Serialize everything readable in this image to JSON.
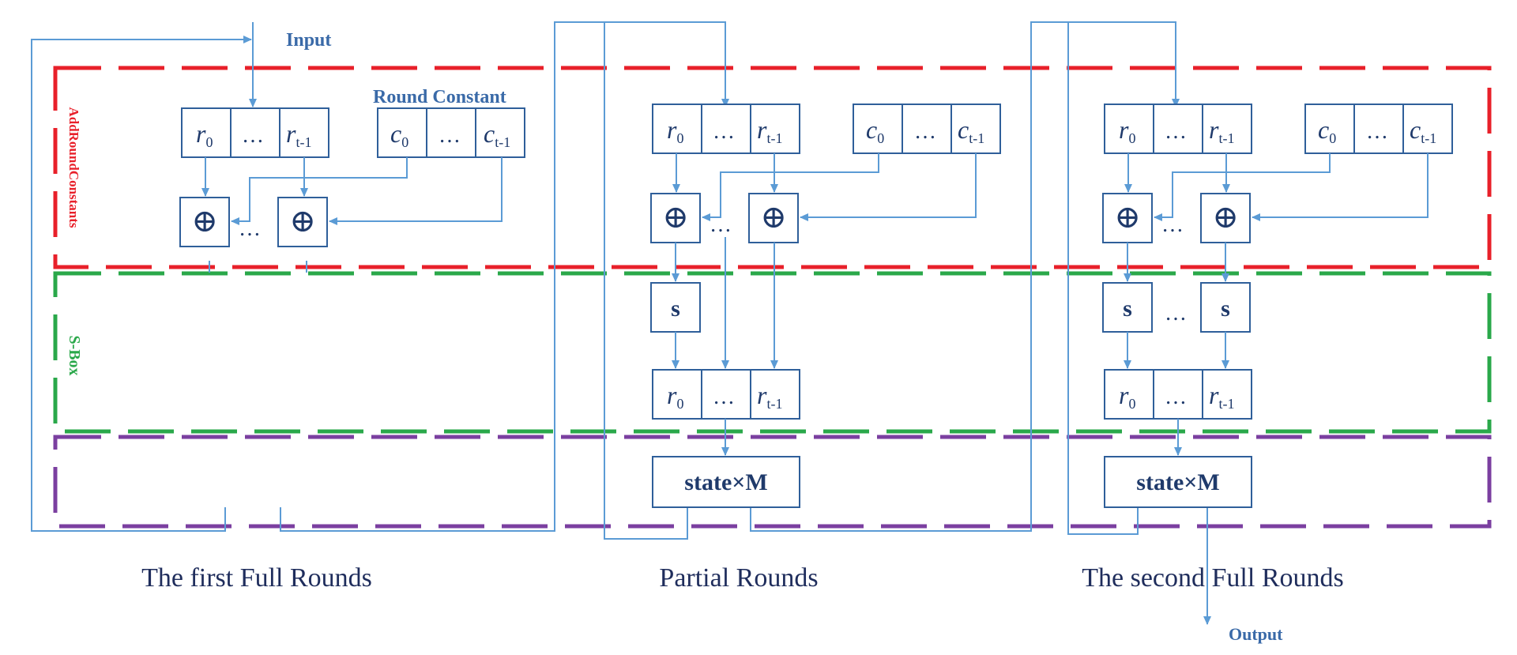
{
  "labels": {
    "input": "Input",
    "output": "Output",
    "round_constant": "Round Constant",
    "add_round_constants": "AddRoundConstants",
    "sbox": "S-Box"
  },
  "cells": {
    "r0": "r",
    "r0_sub": "0",
    "rt": "r",
    "rt_sub": "t-1",
    "c0": "c",
    "c0_sub": "0",
    "ct": "c",
    "ct_sub": "t-1",
    "ellipsis": "…",
    "xor": "⊕",
    "s": "s",
    "mix": "state×M"
  },
  "captions": {
    "first": "The first Full Rounds",
    "partial": "Partial Rounds",
    "second": "The second Full Rounds"
  },
  "colors": {
    "addroundconstants_border": "#e8202a",
    "sbox_border": "#2aa84a",
    "mix_border": "#7b3fa0",
    "wire": "#5b9bd5",
    "box_stroke": "#2f5f9a",
    "text": "#1f3a6b"
  }
}
